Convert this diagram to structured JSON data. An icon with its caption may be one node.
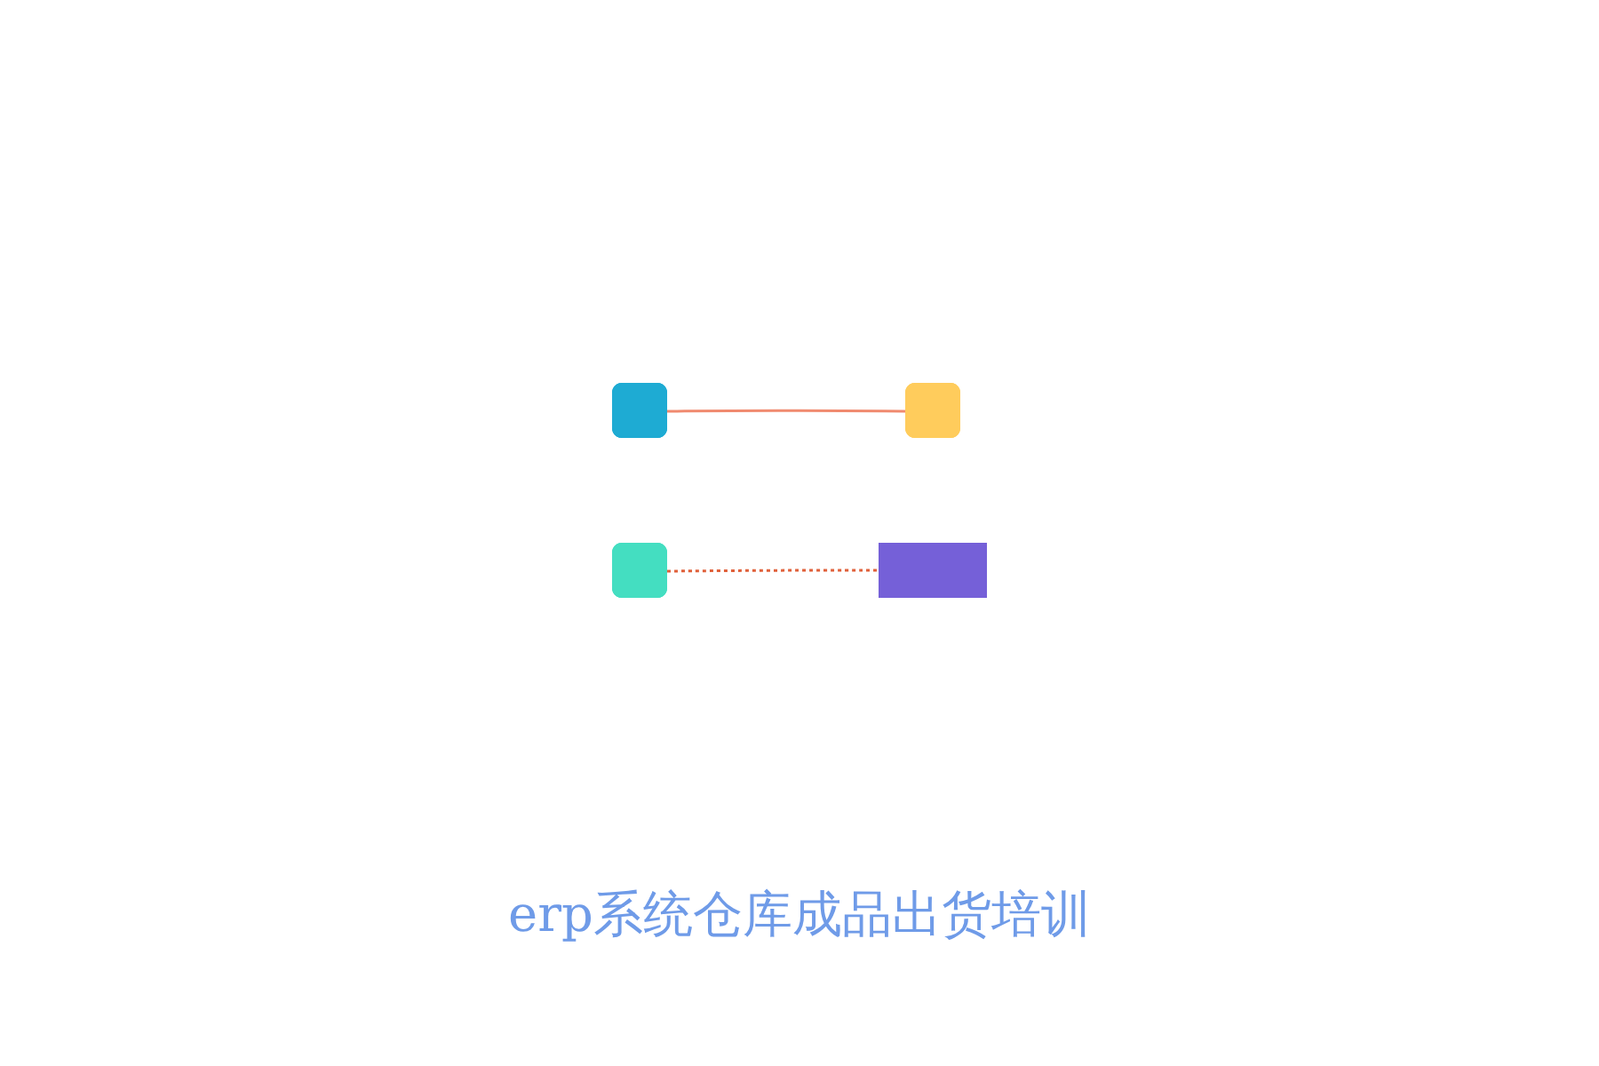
{
  "diagram": {
    "caption": "erp系统仓库成品出货培训",
    "nodes": [
      {
        "text": [],
        "shape": "box"
      },
      {
        "text": [],
        "shape": "box"
      },
      {
        "text": [],
        "shape": "box"
      },
      {
        "text": [],
        "shape": "box"
      }
    ],
    "edges": [
      {
        "from": 0,
        "to": 2,
        "arrow": "none",
        "color": "#f08a6f"
      },
      {
        "from": 1,
        "to": 3,
        "arrow": "none",
        "style": "dashed",
        "color": "#e0603a"
      }
    ]
  }
}
